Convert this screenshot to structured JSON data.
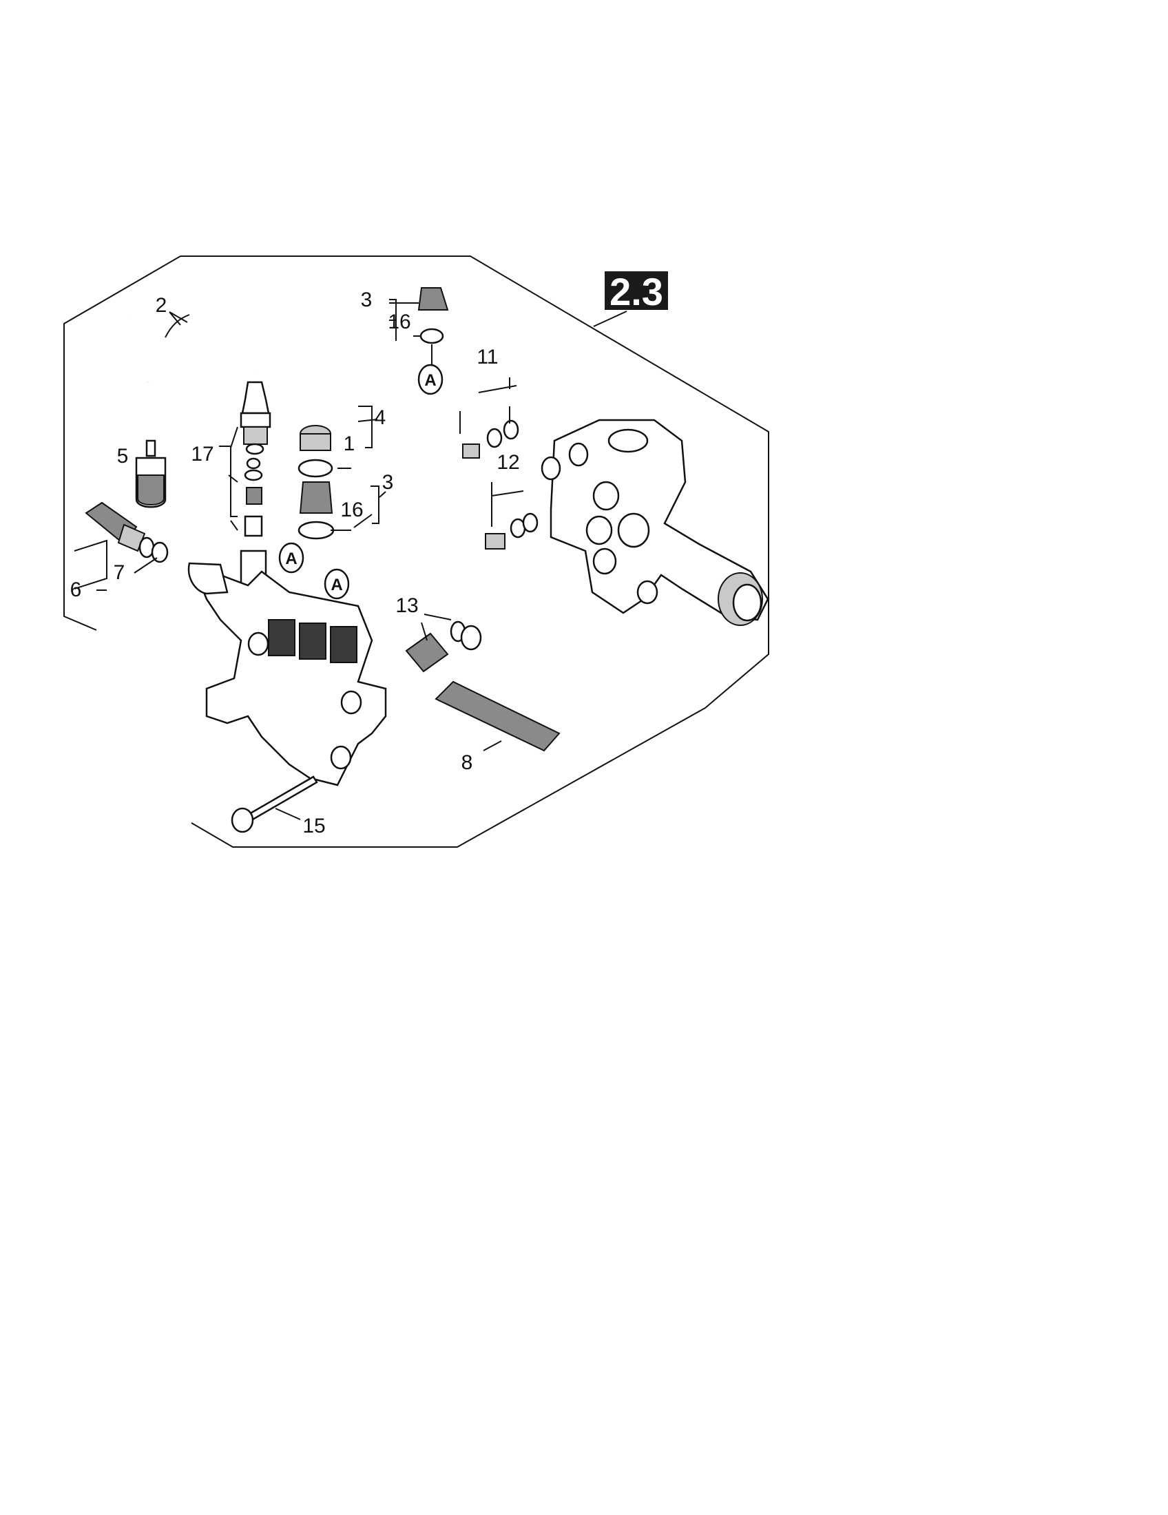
{
  "badge": {
    "text": "2.3",
    "bg": "#1a1a1a",
    "fg": "#ffffff"
  },
  "callouts": [
    {
      "id": "c2",
      "text": "2"
    },
    {
      "id": "c3a",
      "text": "3"
    },
    {
      "id": "c16a",
      "text": "16"
    },
    {
      "id": "c11",
      "text": "11"
    },
    {
      "id": "c4",
      "text": "4"
    },
    {
      "id": "c1",
      "text": "1"
    },
    {
      "id": "c5",
      "text": "5"
    },
    {
      "id": "c17",
      "text": "17"
    },
    {
      "id": "c3b",
      "text": "3"
    },
    {
      "id": "c16b",
      "text": "16"
    },
    {
      "id": "c12",
      "text": "12"
    },
    {
      "id": "c7",
      "text": "7"
    },
    {
      "id": "c6",
      "text": "6"
    },
    {
      "id": "c13",
      "text": "13"
    },
    {
      "id": "c8",
      "text": "8"
    },
    {
      "id": "c15",
      "text": "15"
    }
  ],
  "reference_marks": [
    {
      "id": "a1",
      "text": "A"
    },
    {
      "id": "a2",
      "text": "A"
    },
    {
      "id": "a3",
      "text": "A"
    }
  ]
}
